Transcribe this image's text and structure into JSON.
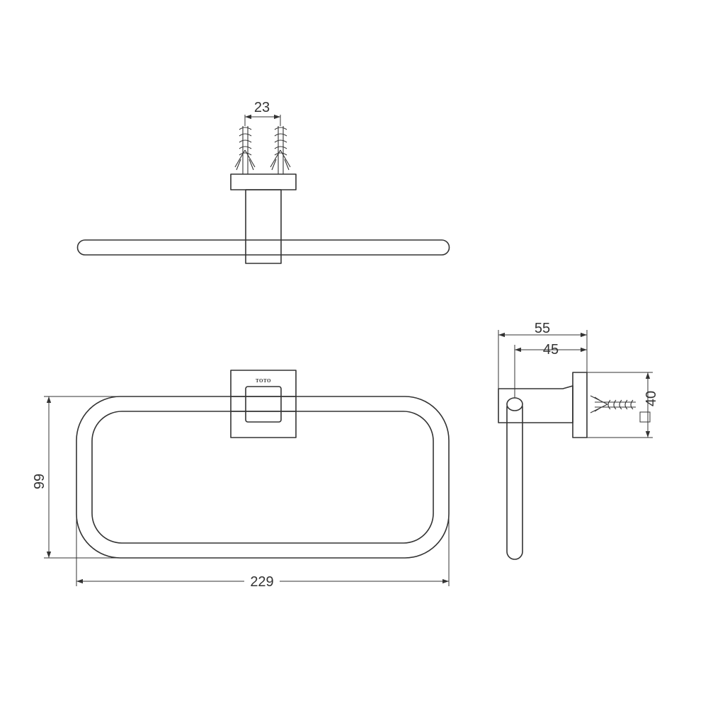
{
  "drawing": {
    "logo_text": "TOTO",
    "dims": {
      "top_anchor_spacing": "23",
      "side_projection": "55",
      "side_ring_offset": "45",
      "side_plate_size": "40",
      "front_height": "99",
      "front_width": "229"
    }
  }
}
